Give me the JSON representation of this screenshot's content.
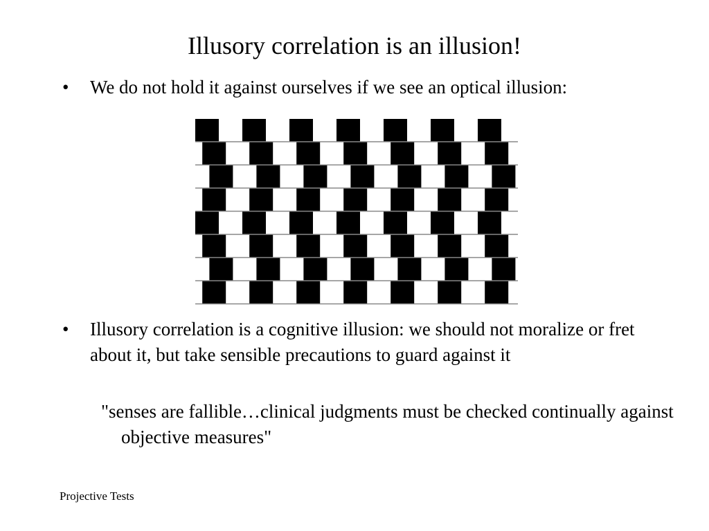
{
  "slide": {
    "title": "Illusory correlation is an illusion!",
    "bullets": [
      "We do not hold it against ourselves if we see an optical illusion:",
      "Illusory correlation is a cognitive illusion: we should not moralize or fret about it, but take sensible precautions to guard against it"
    ],
    "bullet_symbol": "•",
    "quote": "\"senses are fallible…clinical judgments must be checked continually against objective measures\"",
    "footer": "Projective Tests"
  },
  "illusion": {
    "name": "café wall illusion",
    "rows": 8,
    "tiles_per_row": 7,
    "row_shift_pattern": [
      0,
      0.3,
      0.6,
      0.3,
      0,
      0.3,
      0.6,
      0.3
    ],
    "tile_color": "#000000",
    "mortar_color": "#888888",
    "background": "#ffffff"
  }
}
